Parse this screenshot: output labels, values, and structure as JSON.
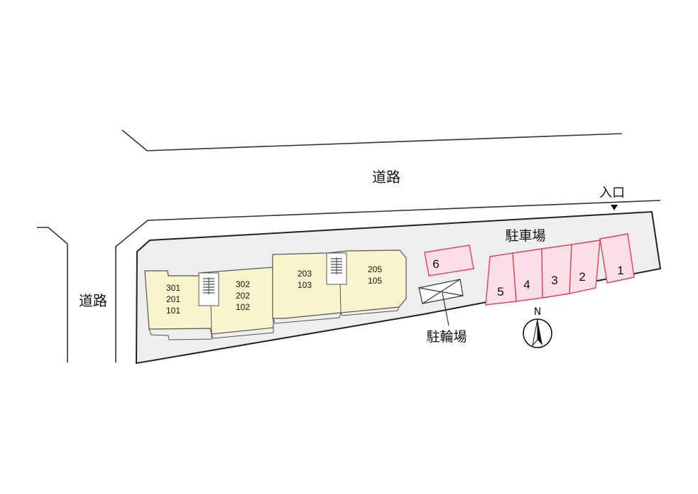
{
  "labels": {
    "road_north": "道路",
    "road_west": "道路",
    "entrance": "入口",
    "parking": "駐車場",
    "bicycle_parking": "駐輪場",
    "north": "N"
  },
  "buildings": [
    {
      "units": [
        "301",
        "201",
        "101"
      ]
    },
    {
      "units": [
        "302",
        "202",
        "102"
      ]
    },
    {
      "units": [
        "203",
        "103"
      ]
    },
    {
      "units": [
        "205",
        "105"
      ]
    }
  ],
  "parking_spaces": [
    "6",
    "5",
    "4",
    "3",
    "2",
    "1"
  ],
  "colors": {
    "lot_fill": "#eeeeee",
    "building_fill": "#f8f5cc",
    "parking_fill": "#fbdfe6",
    "parking_stroke": "#e0405a",
    "line": "#333333"
  }
}
